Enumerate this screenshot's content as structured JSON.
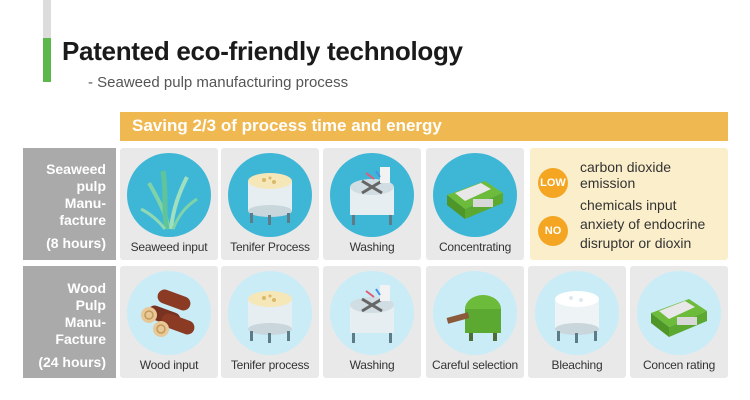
{
  "header": {
    "title": "Patented eco-friendly technology",
    "subtitle": "- Seaweed pulp manufacturing process"
  },
  "banner": {
    "text": "Saving 2/3 of process time and energy"
  },
  "rows": [
    {
      "label_lines": [
        "Seaweed",
        "pulp",
        "Manu-",
        "facture"
      ],
      "duration": "(8 hours)",
      "steps": [
        {
          "label": "Seaweed input",
          "icon": "seaweed-icon"
        },
        {
          "label": "Tenifer Process",
          "icon": "tank-icon"
        },
        {
          "label": "Washing",
          "icon": "washing-machine-icon"
        },
        {
          "label": "Concentrating",
          "icon": "concentrating-machine-icon"
        }
      ]
    },
    {
      "label_lines": [
        "Wood",
        "Pulp",
        "Manu-",
        "Facture"
      ],
      "duration": "(24 hours)",
      "steps": [
        {
          "label": "Wood input",
          "icon": "wood-logs-icon"
        },
        {
          "label": "Tenifer process",
          "icon": "tank-icon"
        },
        {
          "label": "Washing",
          "icon": "washing-machine-icon"
        },
        {
          "label": "Careful selection",
          "icon": "selection-machine-icon"
        },
        {
          "label": "Bleaching",
          "icon": "bleaching-tank-icon"
        },
        {
          "label": "Concen rating",
          "icon": "concentrating-machine-icon"
        }
      ]
    }
  ],
  "benefits": [
    {
      "badge": "LOW",
      "lines": [
        "carbon dioxide",
        "emission"
      ]
    },
    {
      "badge": "NO",
      "lines": [
        "chemicals input",
        "anxiety of endocrine",
        "disruptor or dioxin"
      ]
    }
  ],
  "colors": {
    "accent_green": "#5db84b",
    "banner_orange": "#f0b850",
    "badge_orange": "#f4a623",
    "row_label_gray": "#aaaaaa",
    "circle_blue": "#3eb6d6",
    "circle_light_blue": "#c9ecf6",
    "info_bg": "#fbefcb"
  }
}
